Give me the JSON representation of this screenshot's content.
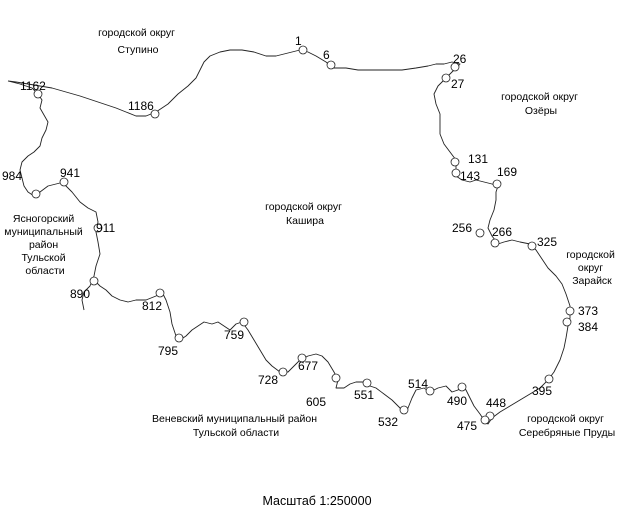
{
  "regions": {
    "stupino": [
      "городской округ",
      "Ступино"
    ],
    "ozery": [
      "городской округ",
      "Озёры"
    ],
    "kashira": [
      "городской округ",
      "Кашира"
    ],
    "zaraysk": [
      "городской",
      "округ",
      "Зарайск"
    ],
    "yasnogorsk": [
      "Ясногорский",
      "муниципальный",
      "район",
      "Тульской",
      "области"
    ],
    "venev": [
      "Веневский муниципальный район",
      "Тульской области"
    ],
    "serebryanye_prudy": [
      "городской округ",
      "Серебряные Пруды"
    ]
  },
  "points": [
    {
      "id": "1",
      "label": "1"
    },
    {
      "id": "6",
      "label": "6"
    },
    {
      "id": "26",
      "label": "26"
    },
    {
      "id": "27",
      "label": "27"
    },
    {
      "id": "131",
      "label": "131"
    },
    {
      "id": "143",
      "label": "143"
    },
    {
      "id": "169",
      "label": "169"
    },
    {
      "id": "256",
      "label": "256"
    },
    {
      "id": "266",
      "label": "266"
    },
    {
      "id": "325",
      "label": "325"
    },
    {
      "id": "373",
      "label": "373"
    },
    {
      "id": "384",
      "label": "384"
    },
    {
      "id": "395",
      "label": "395"
    },
    {
      "id": "448",
      "label": "448"
    },
    {
      "id": "475",
      "label": "475"
    },
    {
      "id": "490",
      "label": "490"
    },
    {
      "id": "514",
      "label": "514"
    },
    {
      "id": "532",
      "label": "532"
    },
    {
      "id": "551",
      "label": "551"
    },
    {
      "id": "605",
      "label": "605"
    },
    {
      "id": "677",
      "label": "677"
    },
    {
      "id": "728",
      "label": "728"
    },
    {
      "id": "759",
      "label": "759"
    },
    {
      "id": "795",
      "label": "795"
    },
    {
      "id": "812",
      "label": "812"
    },
    {
      "id": "890",
      "label": "890"
    },
    {
      "id": "911",
      "label": "911"
    },
    {
      "id": "941",
      "label": "941"
    },
    {
      "id": "984",
      "label": "984"
    },
    {
      "id": "1162",
      "label": "1162"
    },
    {
      "id": "1186",
      "label": "1186"
    }
  ],
  "scale": "Масштаб 1:250000"
}
